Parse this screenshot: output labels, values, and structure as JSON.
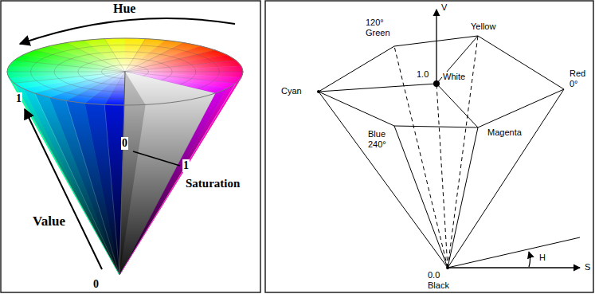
{
  "diagram": {
    "labels": [
      "Hue",
      "1",
      "Value",
      "0",
      "0",
      "1",
      "Saturation",
      "120° Green",
      "V",
      "Yellow",
      "Cyan",
      "1.0",
      "White",
      "Red 0°",
      "Blue 240°",
      "Magenta",
      "0.0 Black",
      "H",
      "S"
    ]
  }
}
